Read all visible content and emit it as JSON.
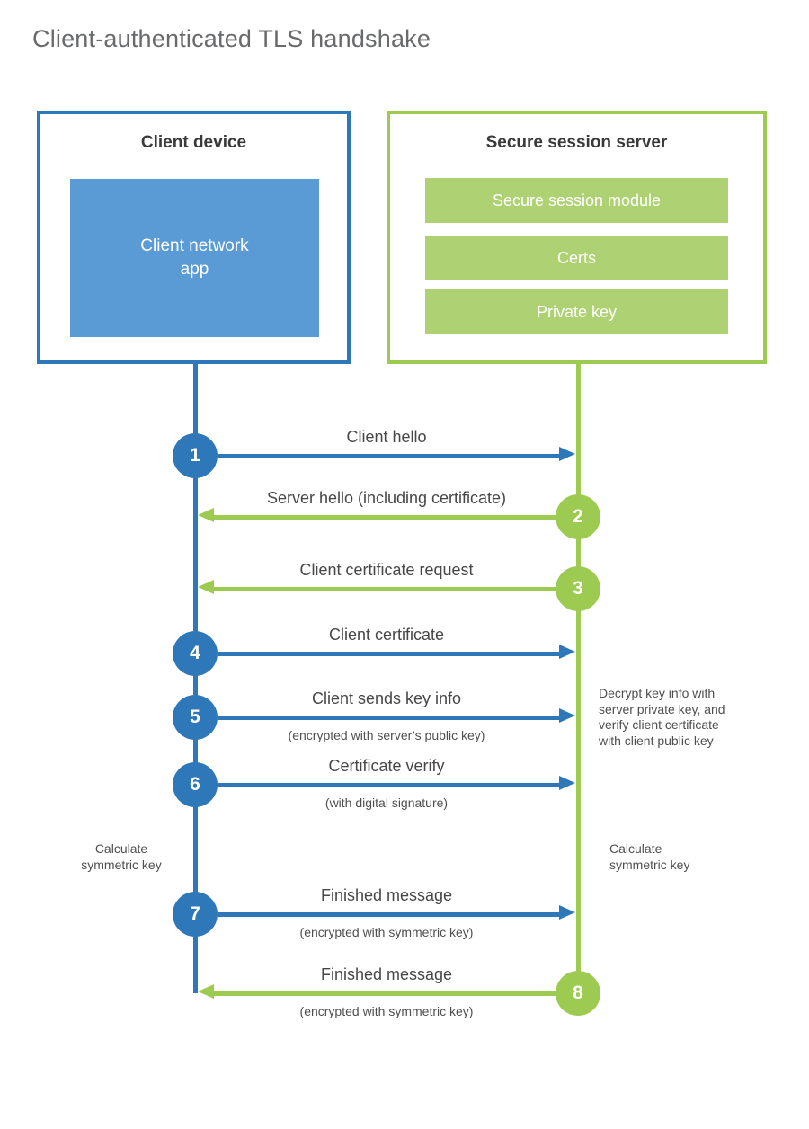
{
  "title": "Client-authenticated TLS handshake",
  "colors": {
    "blue": "#2e77b8",
    "light-blue": "#5b9bd5",
    "green": "#9dca50",
    "light-green": "#aed173",
    "label": "#474747",
    "sublabel": "#4f4f4f",
    "heading": "#3a3a3a",
    "title-gray": "#696a6c"
  },
  "client": {
    "title": "Client device",
    "app_label": "Client network\napp"
  },
  "server": {
    "title": "Secure session server",
    "modules": [
      "Secure session module",
      "Certs",
      "Private key"
    ]
  },
  "steps": [
    {
      "num": "1",
      "direction": "right",
      "label": "Client hello",
      "sublabel": ""
    },
    {
      "num": "2",
      "direction": "left",
      "label": "Server hello (including certificate)",
      "sublabel": ""
    },
    {
      "num": "3",
      "direction": "left",
      "label": "Client certificate request",
      "sublabel": ""
    },
    {
      "num": "4",
      "direction": "right",
      "label": "Client certificate",
      "sublabel": ""
    },
    {
      "num": "5",
      "direction": "right",
      "label": "Client sends key info",
      "sublabel": "(encrypted with server’s public key)"
    },
    {
      "num": "6",
      "direction": "right",
      "label": "Certificate verify",
      "sublabel": "(with digital signature)"
    },
    {
      "num": "7",
      "direction": "right",
      "label": "Finished message",
      "sublabel": "(encrypted with symmetric key)"
    },
    {
      "num": "8",
      "direction": "left",
      "label": "Finished message",
      "sublabel": "(encrypted with symmetric key)"
    }
  ],
  "notes": {
    "decrypt_note": "Decrypt key info with\nserver private key, and\nverify client certificate\nwith client public key",
    "calc_left": "Calculate\nsymmetric key",
    "calc_right": "Calculate\nsymmetric key"
  }
}
